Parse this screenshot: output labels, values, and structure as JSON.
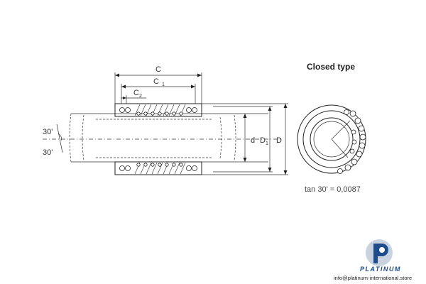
{
  "diagram": {
    "title": "Closed type",
    "formula": "tan 30' = 0,0087",
    "dimensions": {
      "C": "C",
      "C1": "C",
      "C1_sub": "1",
      "C2": "C",
      "C2_sub": "2",
      "d": "d",
      "D1": "D",
      "D1_sub": "1",
      "D": "D",
      "angle_top": "30'",
      "angle_bottom": "30'"
    }
  },
  "brand": {
    "name": "PLATINUM",
    "url": "info@platinum-international.store",
    "colors": {
      "primary": "#1e4d8c",
      "secondary": "#c9d3df"
    }
  }
}
